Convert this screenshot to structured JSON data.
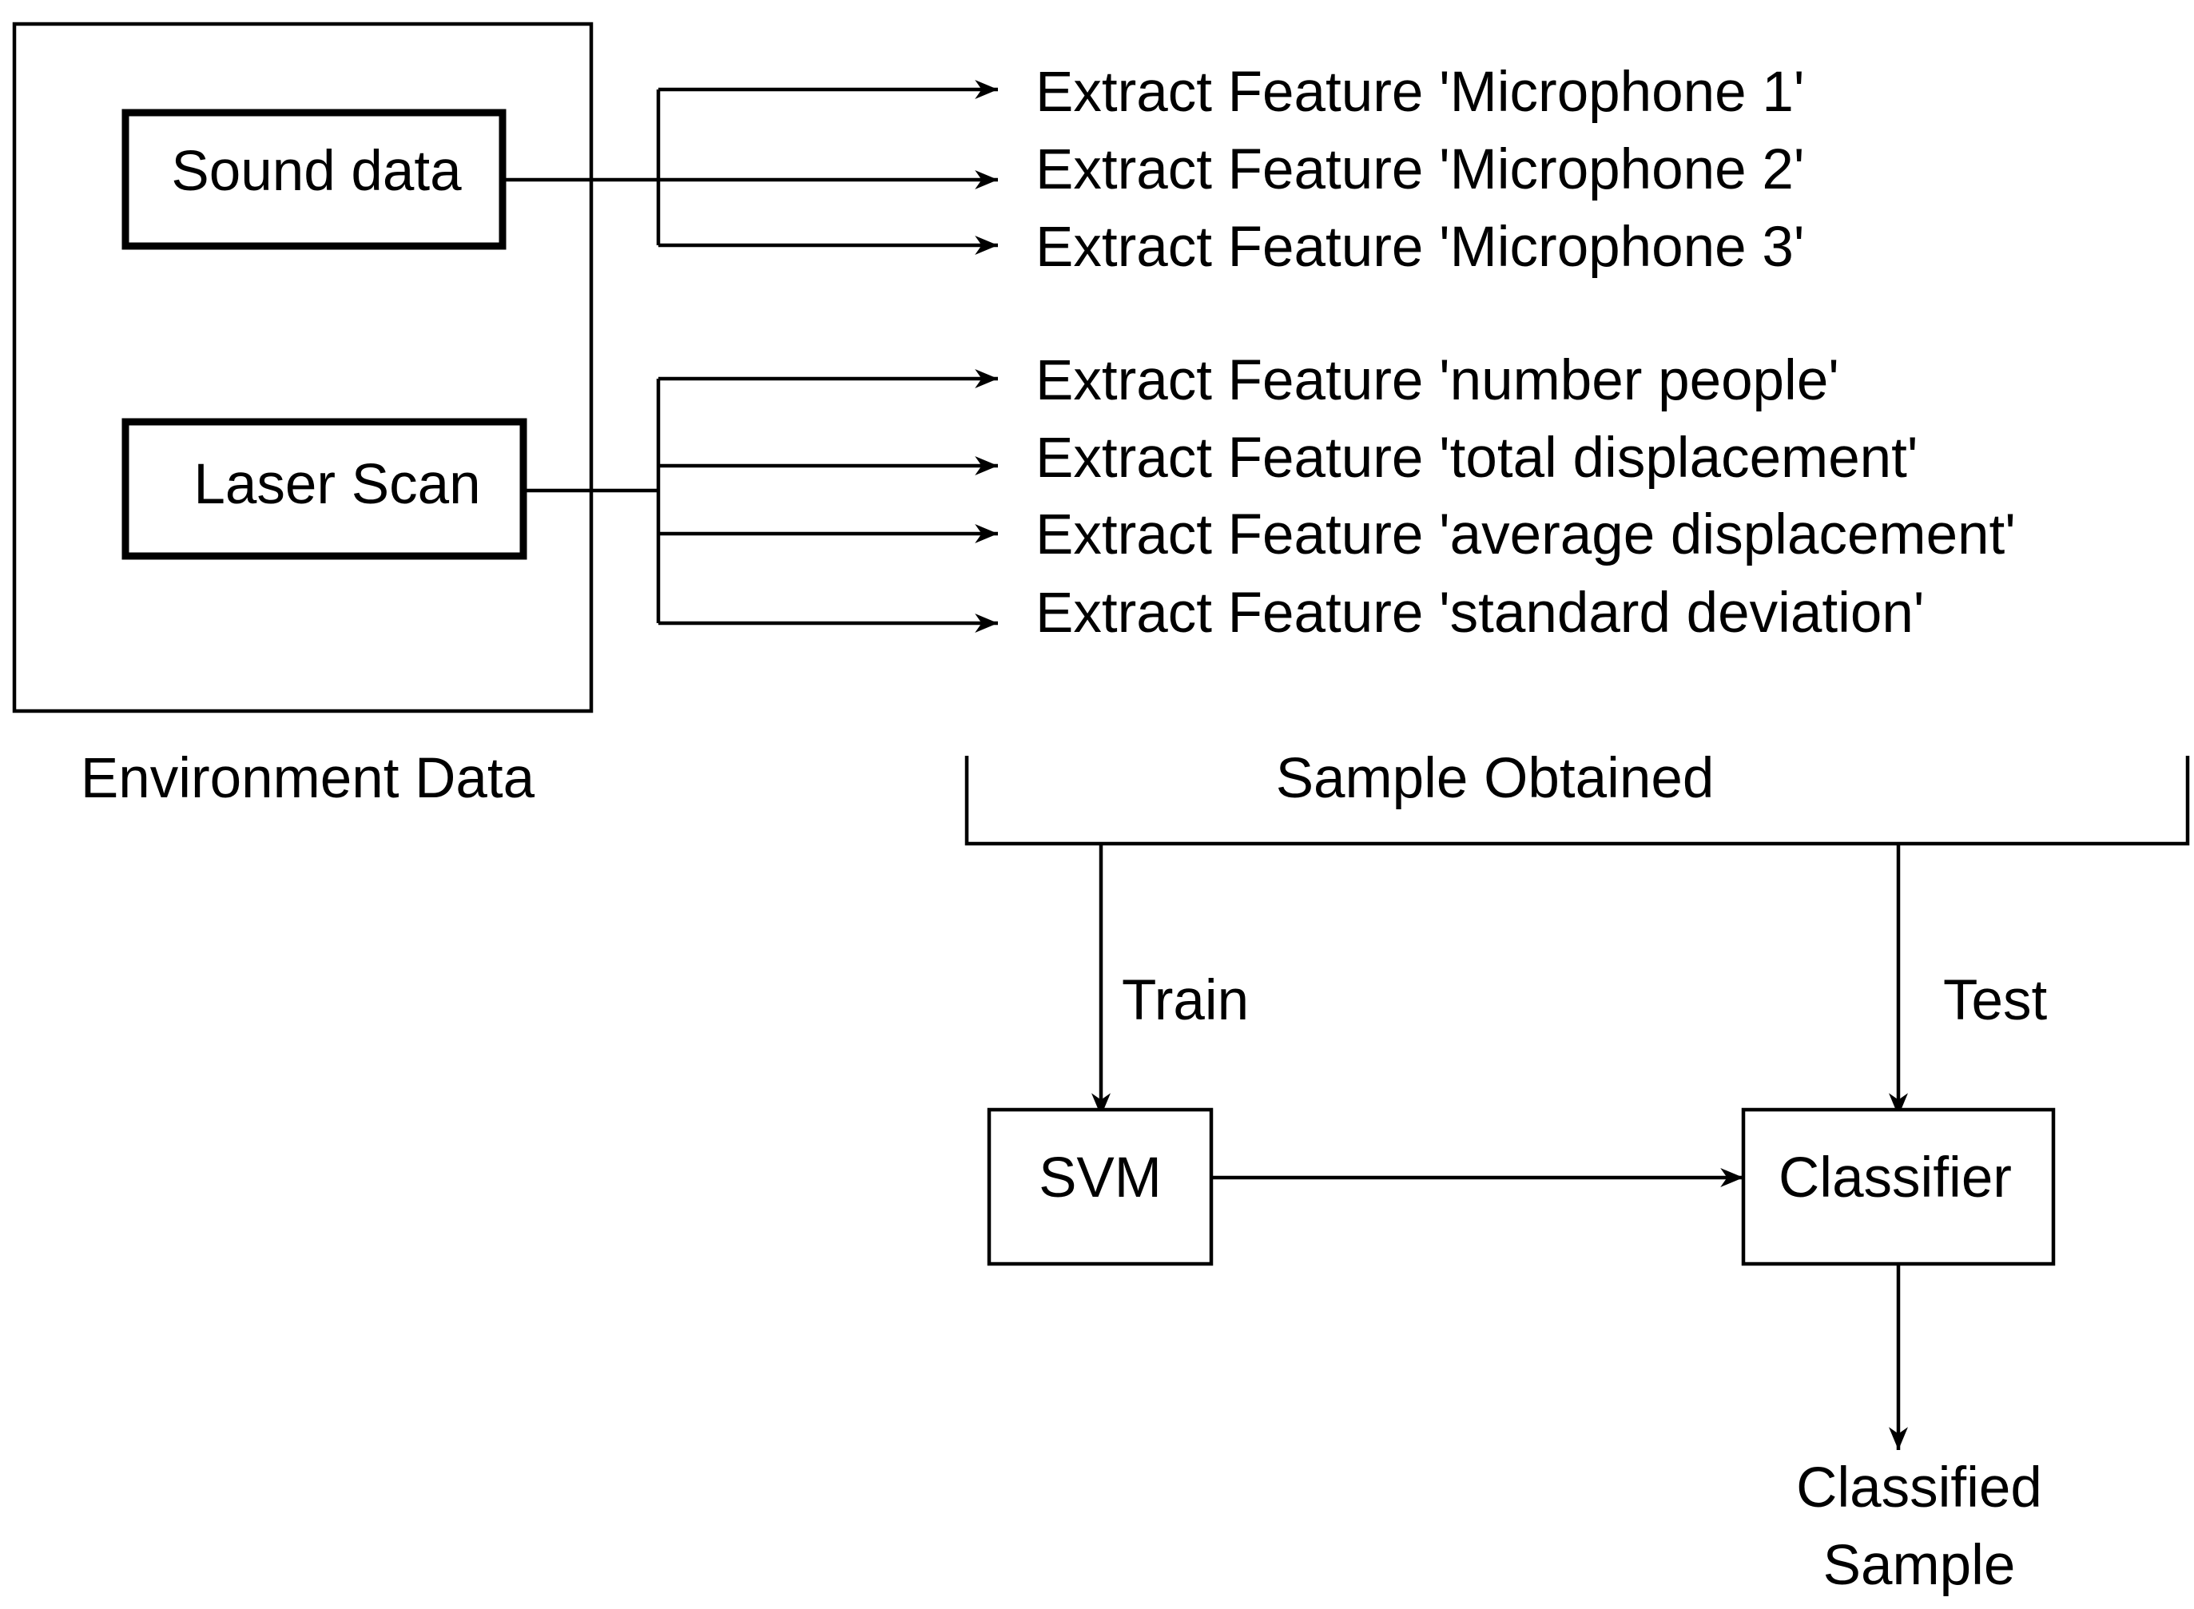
{
  "environment": {
    "caption": "Environment Data",
    "sources": [
      {
        "id": "sound",
        "label": "Sound data"
      },
      {
        "id": "laser",
        "label": "Laser Scan"
      }
    ]
  },
  "features": {
    "sound": [
      "Extract Feature 'Microphone 1'",
      "Extract Feature 'Microphone 2'",
      "Extract Feature 'Microphone 3'"
    ],
    "laser": [
      "Extract Feature 'number people'",
      "Extract Feature 'total displacement'",
      "Extract Feature 'average displacement'",
      "Extract Feature 'standard deviation'"
    ]
  },
  "sample": {
    "label": "Sample Obtained",
    "train_label": "Train",
    "test_label": "Test"
  },
  "models": {
    "svm_label": "SVM",
    "classifier_label": "Classifier"
  },
  "output": {
    "line1": "Classified",
    "line2": "Sample"
  }
}
